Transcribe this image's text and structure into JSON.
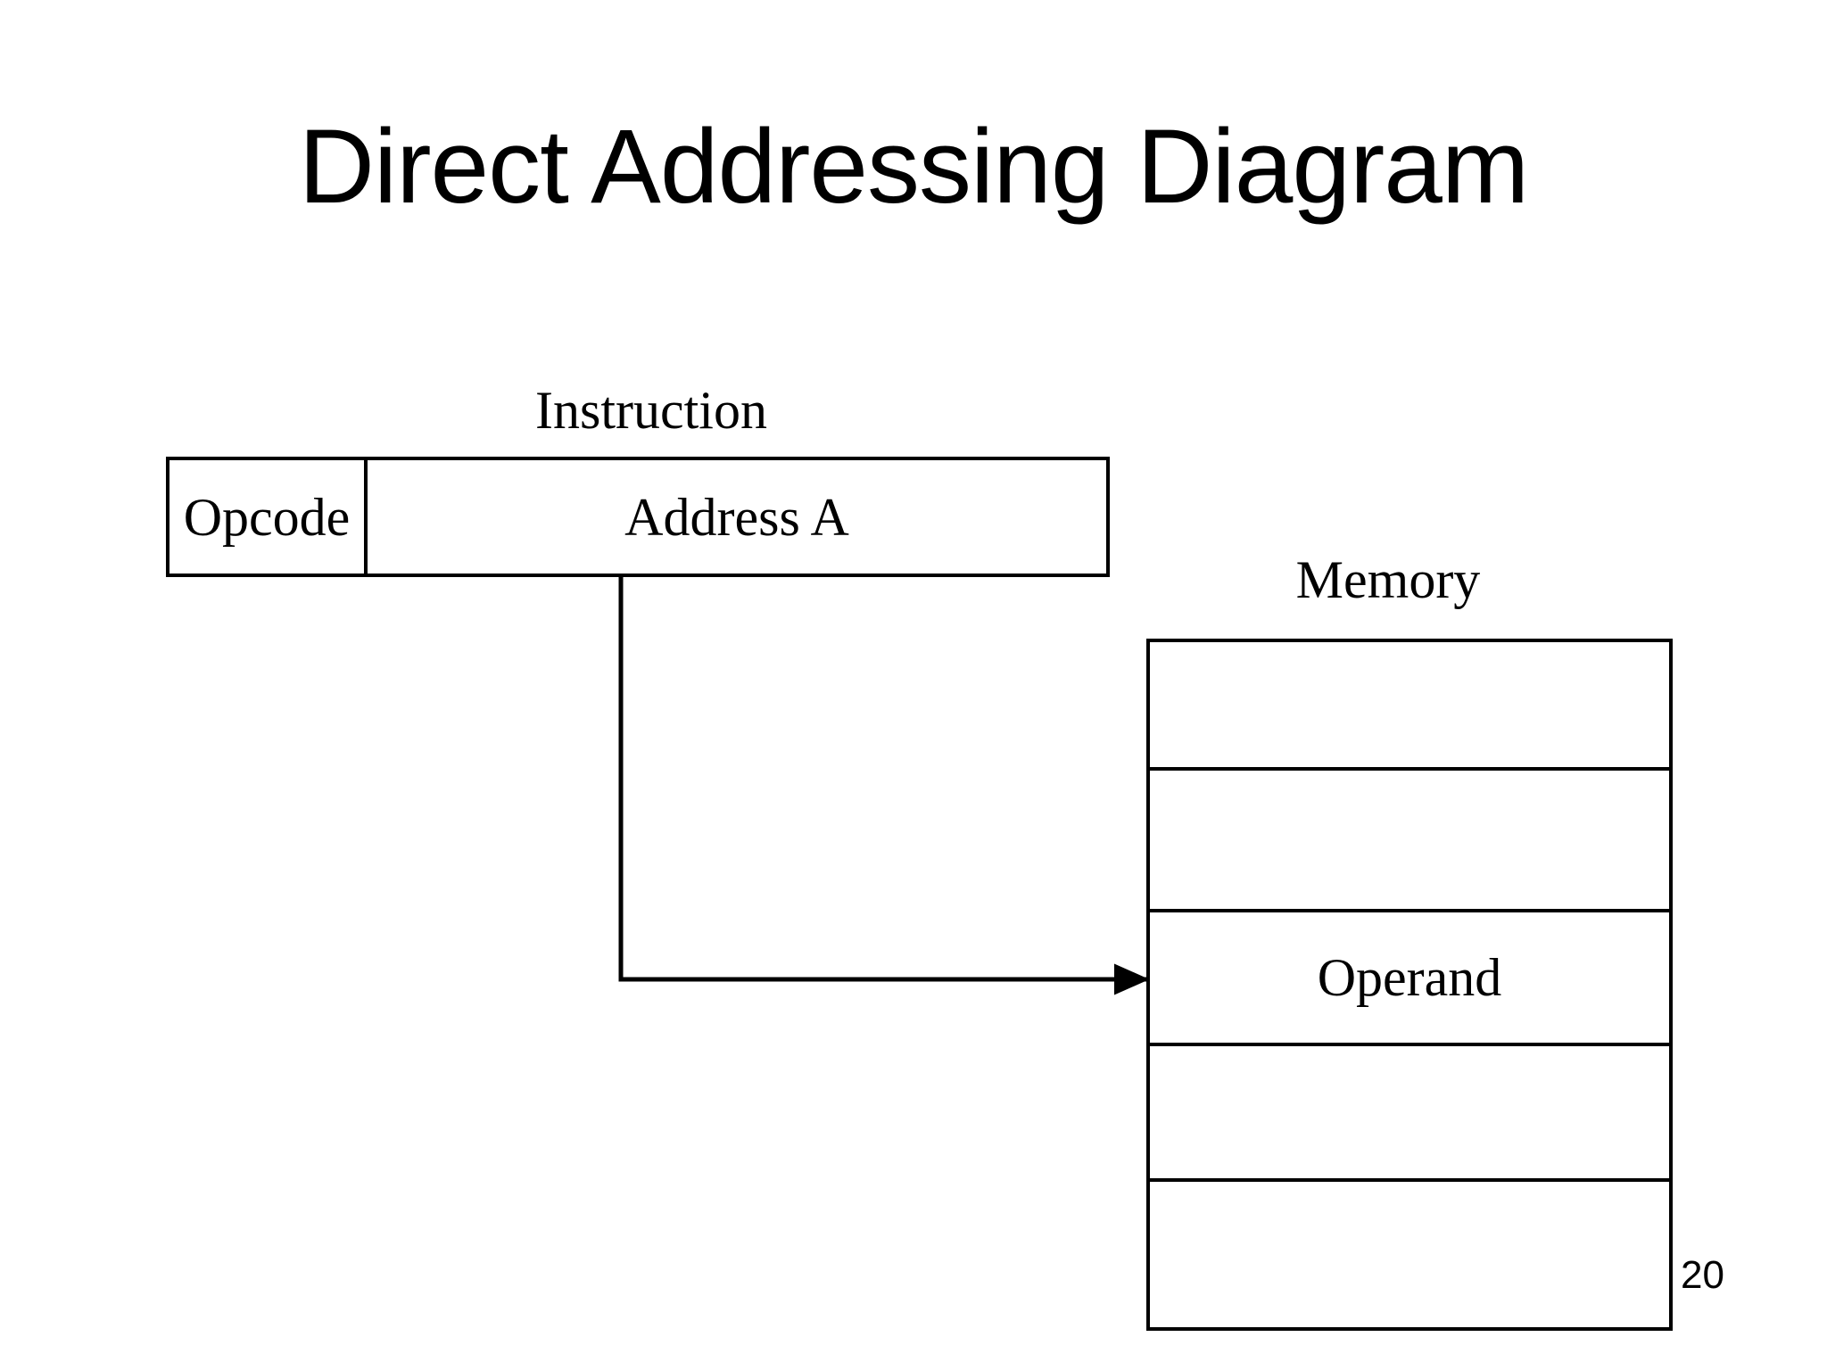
{
  "slide": {
    "title": "Direct Addressing Diagram",
    "page_number": "20",
    "background_color": "#ffffff",
    "line_color": "#000000",
    "text_color": "#000000"
  },
  "instruction": {
    "caption": "Instruction",
    "fields": [
      {
        "label": "Opcode"
      },
      {
        "label": "Address A"
      }
    ]
  },
  "memory": {
    "caption": "Memory",
    "cells": [
      {
        "label": ""
      },
      {
        "label": ""
      },
      {
        "label": "Operand"
      },
      {
        "label": ""
      },
      {
        "label": ""
      }
    ]
  },
  "connector": {
    "from": "Address A",
    "to": "Operand",
    "arrow_head": "arrow-right"
  }
}
